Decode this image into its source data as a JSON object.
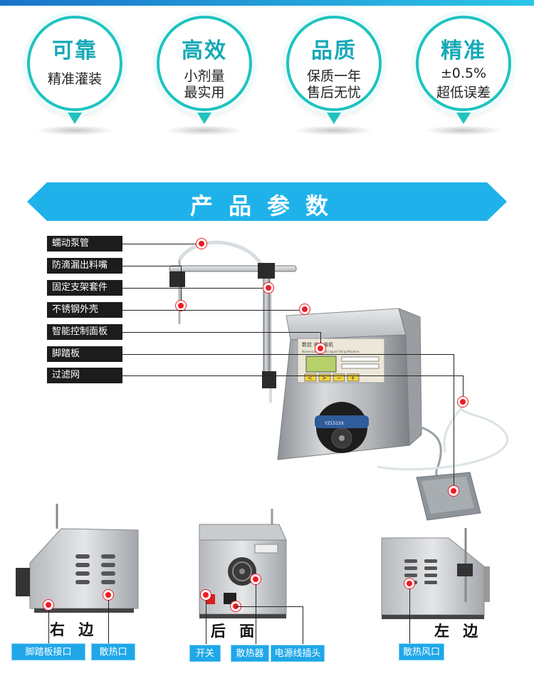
{
  "features": [
    {
      "title": "可靠",
      "lines": [
        "精准灌装"
      ]
    },
    {
      "title": "高效",
      "lines": [
        "小剂量",
        "最实用"
      ]
    },
    {
      "title": "品质",
      "lines": [
        "保质一年",
        "售后无忧"
      ]
    },
    {
      "title": "精准",
      "lines": [
        "±0.5%",
        "超低误差"
      ]
    }
  ],
  "section_title": "产品参数",
  "machine": {
    "panel_title": "数控    液分装机",
    "panel_subtitle": "Numerical Control Liquid Filling Machine",
    "pump_model": "YZ1515X",
    "keys": [
      "<",
      ">",
      "−",
      "+"
    ]
  },
  "part_labels": [
    "蠕动泵管",
    "防滴漏出料嘴",
    "固定支架套件",
    "不锈钢外壳",
    "智能控制面板",
    "脚踏板",
    "过滤网"
  ],
  "views": {
    "right": {
      "caption": "右 边",
      "labels": [
        "脚踏板接口",
        "散热口"
      ]
    },
    "back": {
      "caption": "后 面",
      "labels": [
        "开关",
        "散热器",
        "电源线插头"
      ]
    },
    "left": {
      "caption": "左 边",
      "labels": [
        "散热风口"
      ]
    }
  },
  "colors": {
    "accent": "#1fc3bf",
    "banner": "#1fb2ea",
    "marker": "#ee1c24",
    "label_bg": "#1c1c1c"
  }
}
